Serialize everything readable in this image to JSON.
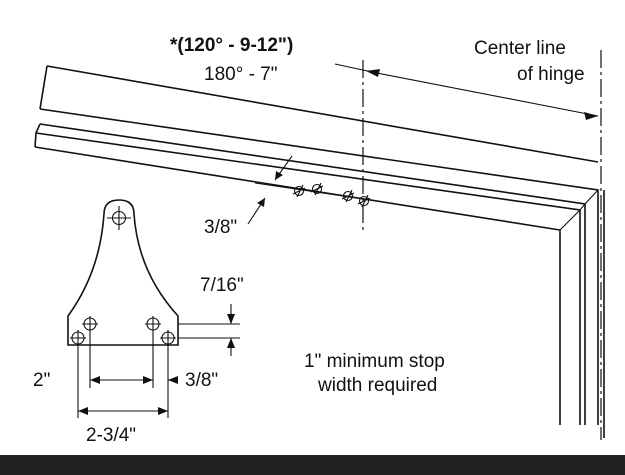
{
  "labels": {
    "spec_alt": "*(120° - 9-12\")",
    "spec": "180° - 7\"",
    "center_line_1": "Center line",
    "center_line_2": "of hinge",
    "dim_3_8_a": "3/8\"",
    "dim_7_16": "7/16\"",
    "dim_2": "2\"",
    "dim_3_8_b": "3/8\"",
    "dim_2_3_4": "2-3/4\"",
    "stop_note_1": "1\" minimum stop",
    "stop_note_2": "width required"
  },
  "colors": {
    "line": "#111111",
    "background": "#ffffff",
    "bottom_bar": "#222222"
  }
}
